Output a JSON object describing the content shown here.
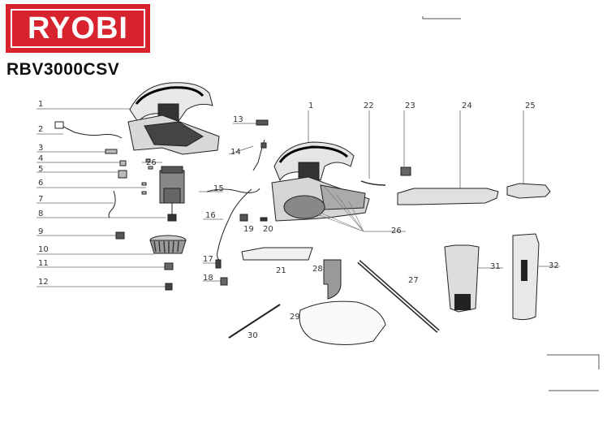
{
  "brand": {
    "logo_text": "RYOBI",
    "color": "#d7232e"
  },
  "model": "RBV3000CSV",
  "callouts": [
    "1",
    "2",
    "3",
    "4",
    "5",
    "6",
    "7",
    "8",
    "9",
    "10",
    "11",
    "12",
    "13",
    "14",
    "15",
    "16",
    "17",
    "18",
    "19",
    "20",
    "21",
    "22",
    "23",
    "24",
    "25",
    "26",
    "27",
    "28",
    "29",
    "30",
    "31",
    "32"
  ]
}
